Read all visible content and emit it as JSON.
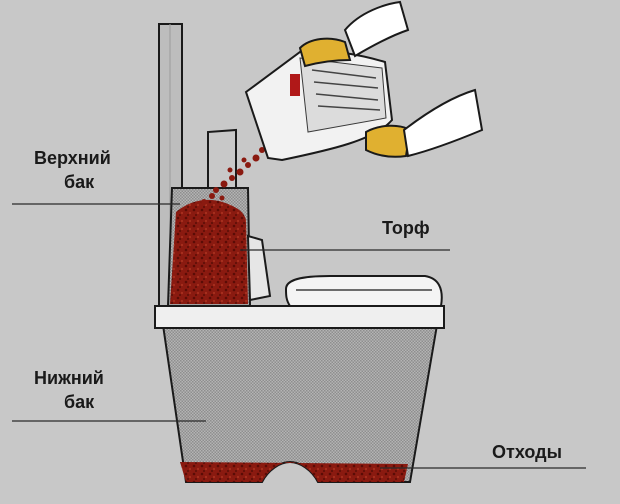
{
  "labels": {
    "upper_tank_line1": "Верхний",
    "upper_tank_line2": "бак",
    "peat": "Торф",
    "lower_tank_line1": "Нижний",
    "lower_tank_line2": "бак",
    "waste": "Отходы"
  },
  "colors": {
    "background": "#c8c8c8",
    "peat": "#8a1a10",
    "tank_mesh": "#9a9a9a",
    "glove": "#e0b030",
    "outline": "#1a1a1a"
  }
}
